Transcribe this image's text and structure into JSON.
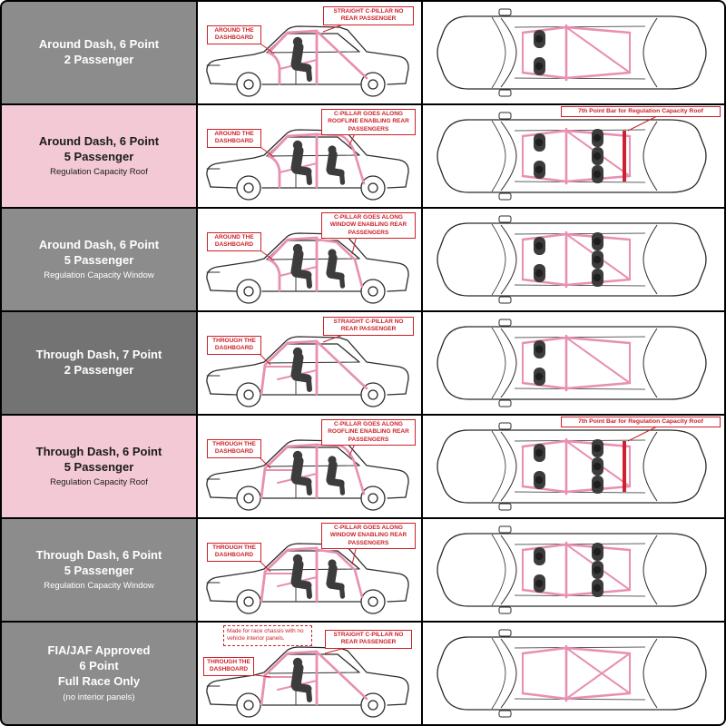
{
  "colors": {
    "cage_pink": "#e88fb2",
    "annotation_red": "#cc2129",
    "seventh_bar_red": "#cf2030",
    "label_gray": "#8c8c8c",
    "label_dark_gray": "#737373",
    "label_pink": "#f2c9d5"
  },
  "rows": [
    {
      "title1": "Around Dash, 6 Point",
      "title2": "2 Passenger",
      "subtitle": "",
      "ann_dash": "Around the Dashboard",
      "ann_cpillar": "Straight C-Pillar No Rear Passenger"
    },
    {
      "title1": "Around Dash, 6 Point",
      "title2": "5 Passenger",
      "subtitle": "Regulation Capacity Roof",
      "ann_dash": "Around the Dashboard",
      "ann_cpillar": "C-Pillar goes along roofline enabling rear passengers",
      "ann_top": "7th Point Bar for Regulation Capacity Roof"
    },
    {
      "title1": "Around Dash, 6 Point",
      "title2": "5 Passenger",
      "subtitle": "Regulation Capacity Window",
      "ann_dash": "Around the Dashboard",
      "ann_cpillar": "C-Pillar goes along window enabling rear passengers"
    },
    {
      "title1": "Through Dash, 7 Point",
      "title2": "2 Passenger",
      "subtitle": "",
      "ann_dash": "Through the Dashboard",
      "ann_cpillar": "Straight C-Pillar No Rear Passenger"
    },
    {
      "title1": "Through Dash, 6 Point",
      "title2": "5 Passenger",
      "subtitle": "Regulation Capacity Roof",
      "ann_dash": "Through the Dashboard",
      "ann_cpillar": "C-Pillar goes along roofline enabling rear passengers",
      "ann_top": "7th Point Bar for Regulation Capacity Roof"
    },
    {
      "title1": "Through Dash, 6 Point",
      "title2": "5 Passenger",
      "subtitle": "Regulation Capacity Window",
      "ann_dash": "Through the Dashboard",
      "ann_cpillar": "C-Pillar goes along window enabling rear passengers"
    },
    {
      "title1": "FIA/JAF Approved",
      "title2": "6 Point",
      "title3": "Full Race Only",
      "subtitle": "(no interior panels)",
      "note": "Made for race chassis with no vehicle interior panels.",
      "ann_dash": "Through the Dashboard",
      "ann_cpillar": "Straight C-Pillar No Rear Passenger"
    }
  ]
}
